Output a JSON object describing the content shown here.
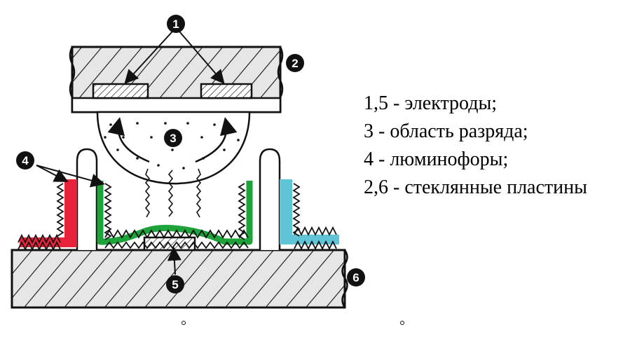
{
  "callouts": [
    "1",
    "2",
    "3",
    "4",
    "5",
    "6"
  ],
  "legend": [
    "1,5 - электроды;",
    "3 - область разряда;",
    "4 - люминофоры;",
    "2,6 - стеклянные пластины"
  ],
  "colors": {
    "red_phosphor": "#e8223a",
    "green_phosphor": "#1ea33a",
    "cyan_phosphor": "#5fc4d6",
    "outline": "#111111",
    "glass_fill": "#e6e6e6"
  }
}
